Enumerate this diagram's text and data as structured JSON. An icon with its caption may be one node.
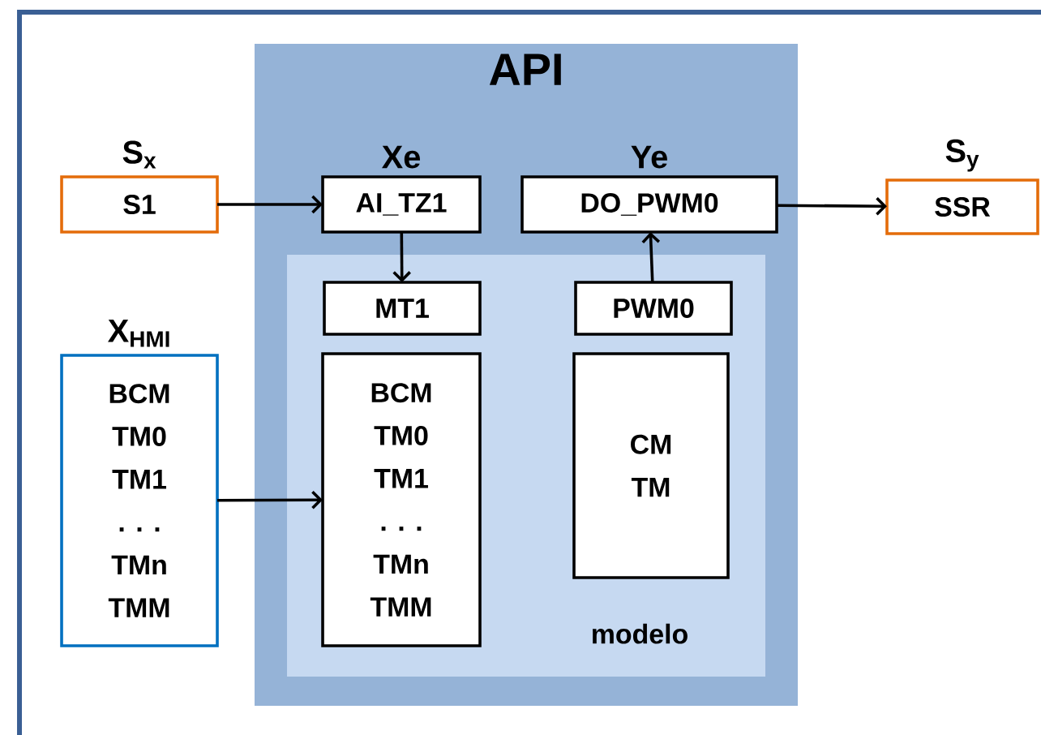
{
  "diagram": {
    "nodes": [
      {
        "text": [
          "API"
        ]
      },
      {
        "text": [
          "S$_{x}$",
          "S1"
        ]
      },
      {
        "text": [
          "Xe",
          "AI_TZ1"
        ],
        "in": 0
      },
      {
        "text": [
          "Ye",
          "DO_PWM0"
        ],
        "in": 0
      },
      {
        "text": [
          "S$_{y}$",
          "SSR"
        ]
      },
      {
        "text": [
          "modelo"
        ],
        "in": 0
      },
      {
        "text": [
          "MT1"
        ],
        "in": 5
      },
      {
        "text": [
          "PWM0"
        ],
        "in": 5
      },
      {
        "text": [
          "X$_{HMI}$",
          "BCM",
          "TM0",
          "TM1",
          ". . .",
          "TMn",
          "TMM"
        ]
      },
      {
        "text": [
          "BCM",
          "TM0",
          "TM1",
          ". . .",
          "TMn",
          "TMM"
        ],
        "in": 5
      },
      {
        "text": [
          "CM",
          "TM"
        ],
        "in": 5
      }
    ],
    "edges": [
      {
        "from": 1,
        "to": 2,
        "arrow": "to"
      },
      {
        "from": 2,
        "to": 6,
        "arrow": "to"
      },
      {
        "from": 7,
        "to": 3,
        "arrow": "to"
      },
      {
        "from": 3,
        "to": 4,
        "arrow": "to"
      },
      {
        "from": 8,
        "to": 9,
        "arrow": "to"
      }
    ]
  }
}
